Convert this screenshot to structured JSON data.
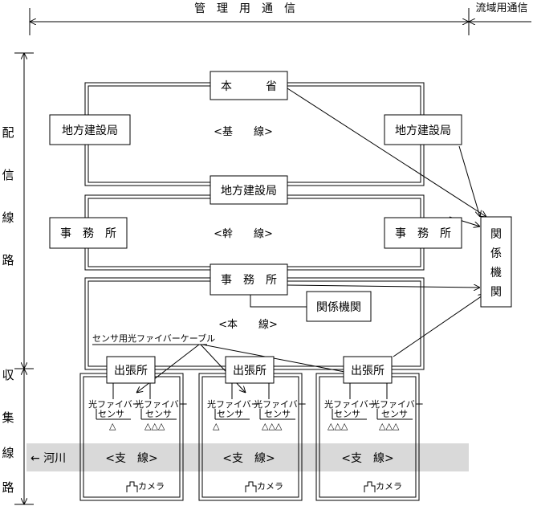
{
  "header": {
    "kanri": "管　理　用　通　信",
    "ryuiki": "流域用通信"
  },
  "left_labels": {
    "haishin": [
      "配",
      "信",
      "線",
      "路"
    ],
    "shushu": [
      "収",
      "集",
      "線",
      "路"
    ]
  },
  "nodes": {
    "honsho": "本　　　省",
    "regional_bureau": "地方建設局",
    "office": "事　務　所",
    "related_agencies": [
      "関",
      "係",
      "機",
      "関"
    ],
    "related_agency_box": "関係機関",
    "branch_office": "出張所",
    "sensor": [
      "光ファイバー",
      "センサ"
    ],
    "camera": "カメラ"
  },
  "lines": {
    "trunk": "<基　　線>",
    "main": "<幹　　線>",
    "honsen": "<本　　線>",
    "branch": "<支　線>"
  },
  "annotations": {
    "cable": "センサ用光ファイバーケーブル",
    "river": "← 河川",
    "single_triangle": "△",
    "triple_triangle": "△△△"
  },
  "colors": {
    "river_band": "#d9d9d9"
  }
}
